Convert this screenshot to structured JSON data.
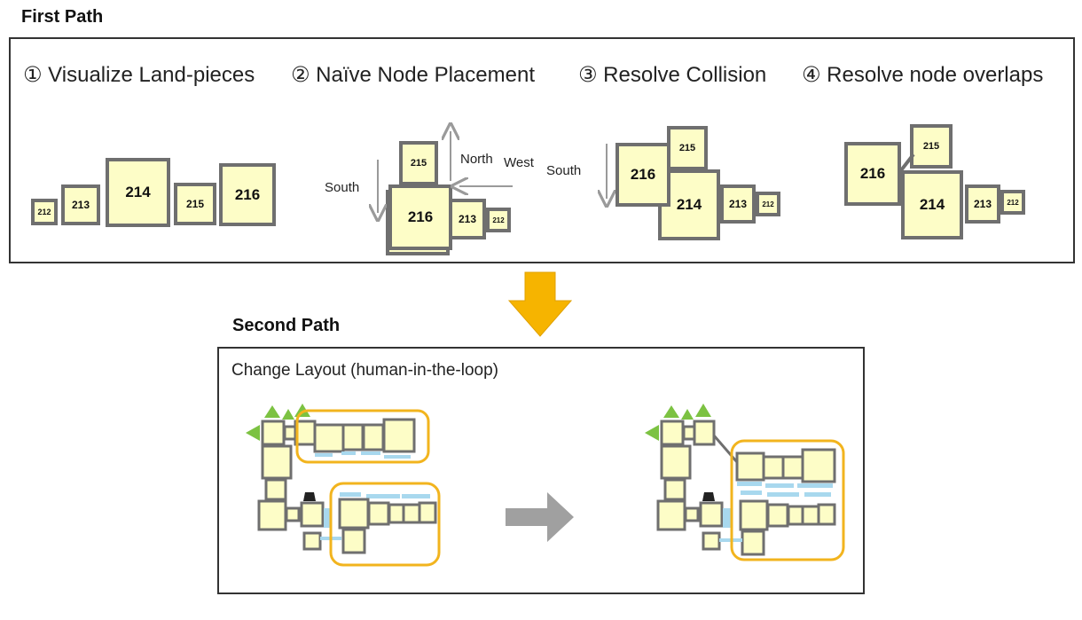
{
  "first_path": {
    "label": "First Path",
    "steps": [
      {
        "title": "① Visualize Land-pieces"
      },
      {
        "title": "② Naïve  Node Placement"
      },
      {
        "title": "③ Resolve Collision"
      },
      {
        "title": "④ Resolve node overlaps"
      }
    ],
    "step1_nodes": [
      "212",
      "213",
      "214",
      "215",
      "216"
    ],
    "step2_nodes": [
      "215",
      "216",
      "213",
      "212"
    ],
    "step2_dirs": {
      "north": "North",
      "west": "West",
      "south": "South"
    },
    "step3_nodes": [
      "216",
      "215",
      "214",
      "213",
      "212"
    ],
    "step3_dirs": {
      "south": "South"
    },
    "step4_nodes": [
      "216",
      "215",
      "214",
      "213",
      "212"
    ]
  },
  "second_path": {
    "label": "Second Path",
    "title": "Change Layout (human-in-the-loop)"
  },
  "colors": {
    "node_fill": "#fdfdc7",
    "node_border": "#6f6f6f",
    "arrow_down": "#f6b400",
    "arrow_right": "#a0a0a0",
    "highlight": "#f2b41e",
    "corridor": "#a8d8ee",
    "entrance": "#7cc242"
  }
}
